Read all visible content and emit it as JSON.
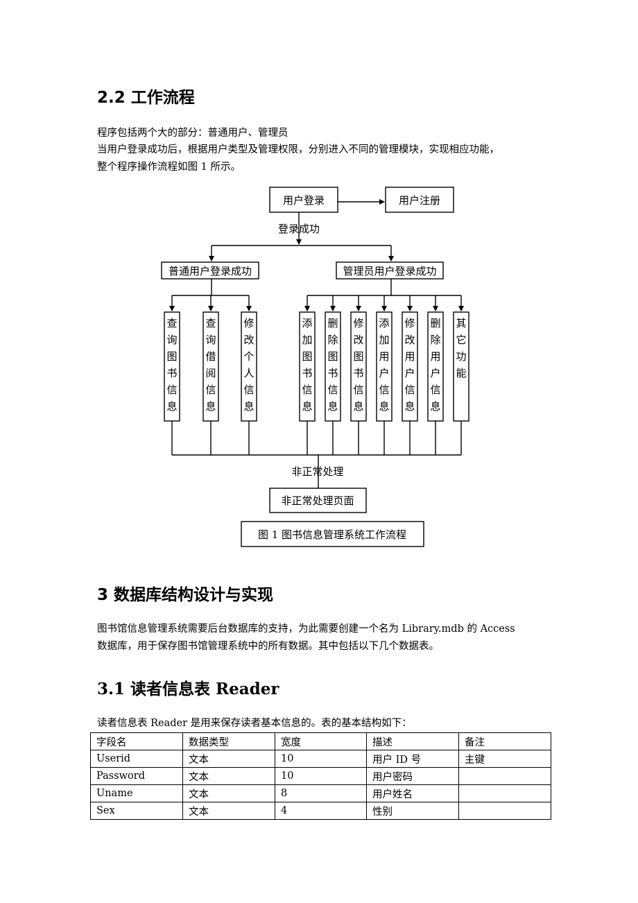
{
  "section_2_2": {
    "heading": "2.2  工作流程",
    "line1": "程序包括两个大的部分：普通用户、管理员",
    "line2": "当用户登录成功后，根据用户类型及管理权限，分别进入不同的管理模块，实现相应功能，",
    "line3": "整个程序操作流程如图 1 所示。"
  },
  "flowchart": {
    "login": "用户登录",
    "register": "用户注册",
    "login_success": "登录成功",
    "normal_user": "普通用户登录成功",
    "admin_user": "管理员用户登录成功",
    "user_functions": [
      "查询图书信息",
      "查询借阅信息",
      "修改个人信息"
    ],
    "admin_functions": [
      "添加图书信息",
      "删除图书信息",
      "修改图书信息",
      "添加用户信息",
      "修改用户信息",
      "删除用户信息",
      "其它功能"
    ],
    "abnormal": "非正常处理",
    "abnormal_page": "非正常处理页面",
    "caption": "图 1    图书信息管理系统工作流程"
  },
  "section_3": {
    "heading": "3  数据库结构设计与实现",
    "line1": "图书馆信息管理系统需要后台数据库的支持，为此需要创建一个名为 Library.mdb 的 Access",
    "line2": "数据库，用于保存图书馆管理系统中的所有数据。其中包括以下几个数据表。"
  },
  "section_3_1": {
    "heading": "3.1 读者信息表 Reader",
    "intro": "读者信息表 Reader 是用来保存读者基本信息的。表的基本结构如下："
  },
  "reader_table": {
    "headers": [
      "字段名",
      "数据类型",
      "宽度",
      "描述",
      "备注"
    ],
    "rows": [
      [
        "Userid",
        "文本",
        "10",
        "用户 ID 号",
        "主键"
      ],
      [
        "Password",
        "文本",
        "10",
        "用户密码",
        ""
      ],
      [
        "Uname",
        "文本",
        "8",
        "用户姓名",
        ""
      ],
      [
        "Sex",
        "文本",
        "4",
        "性别",
        ""
      ]
    ]
  }
}
